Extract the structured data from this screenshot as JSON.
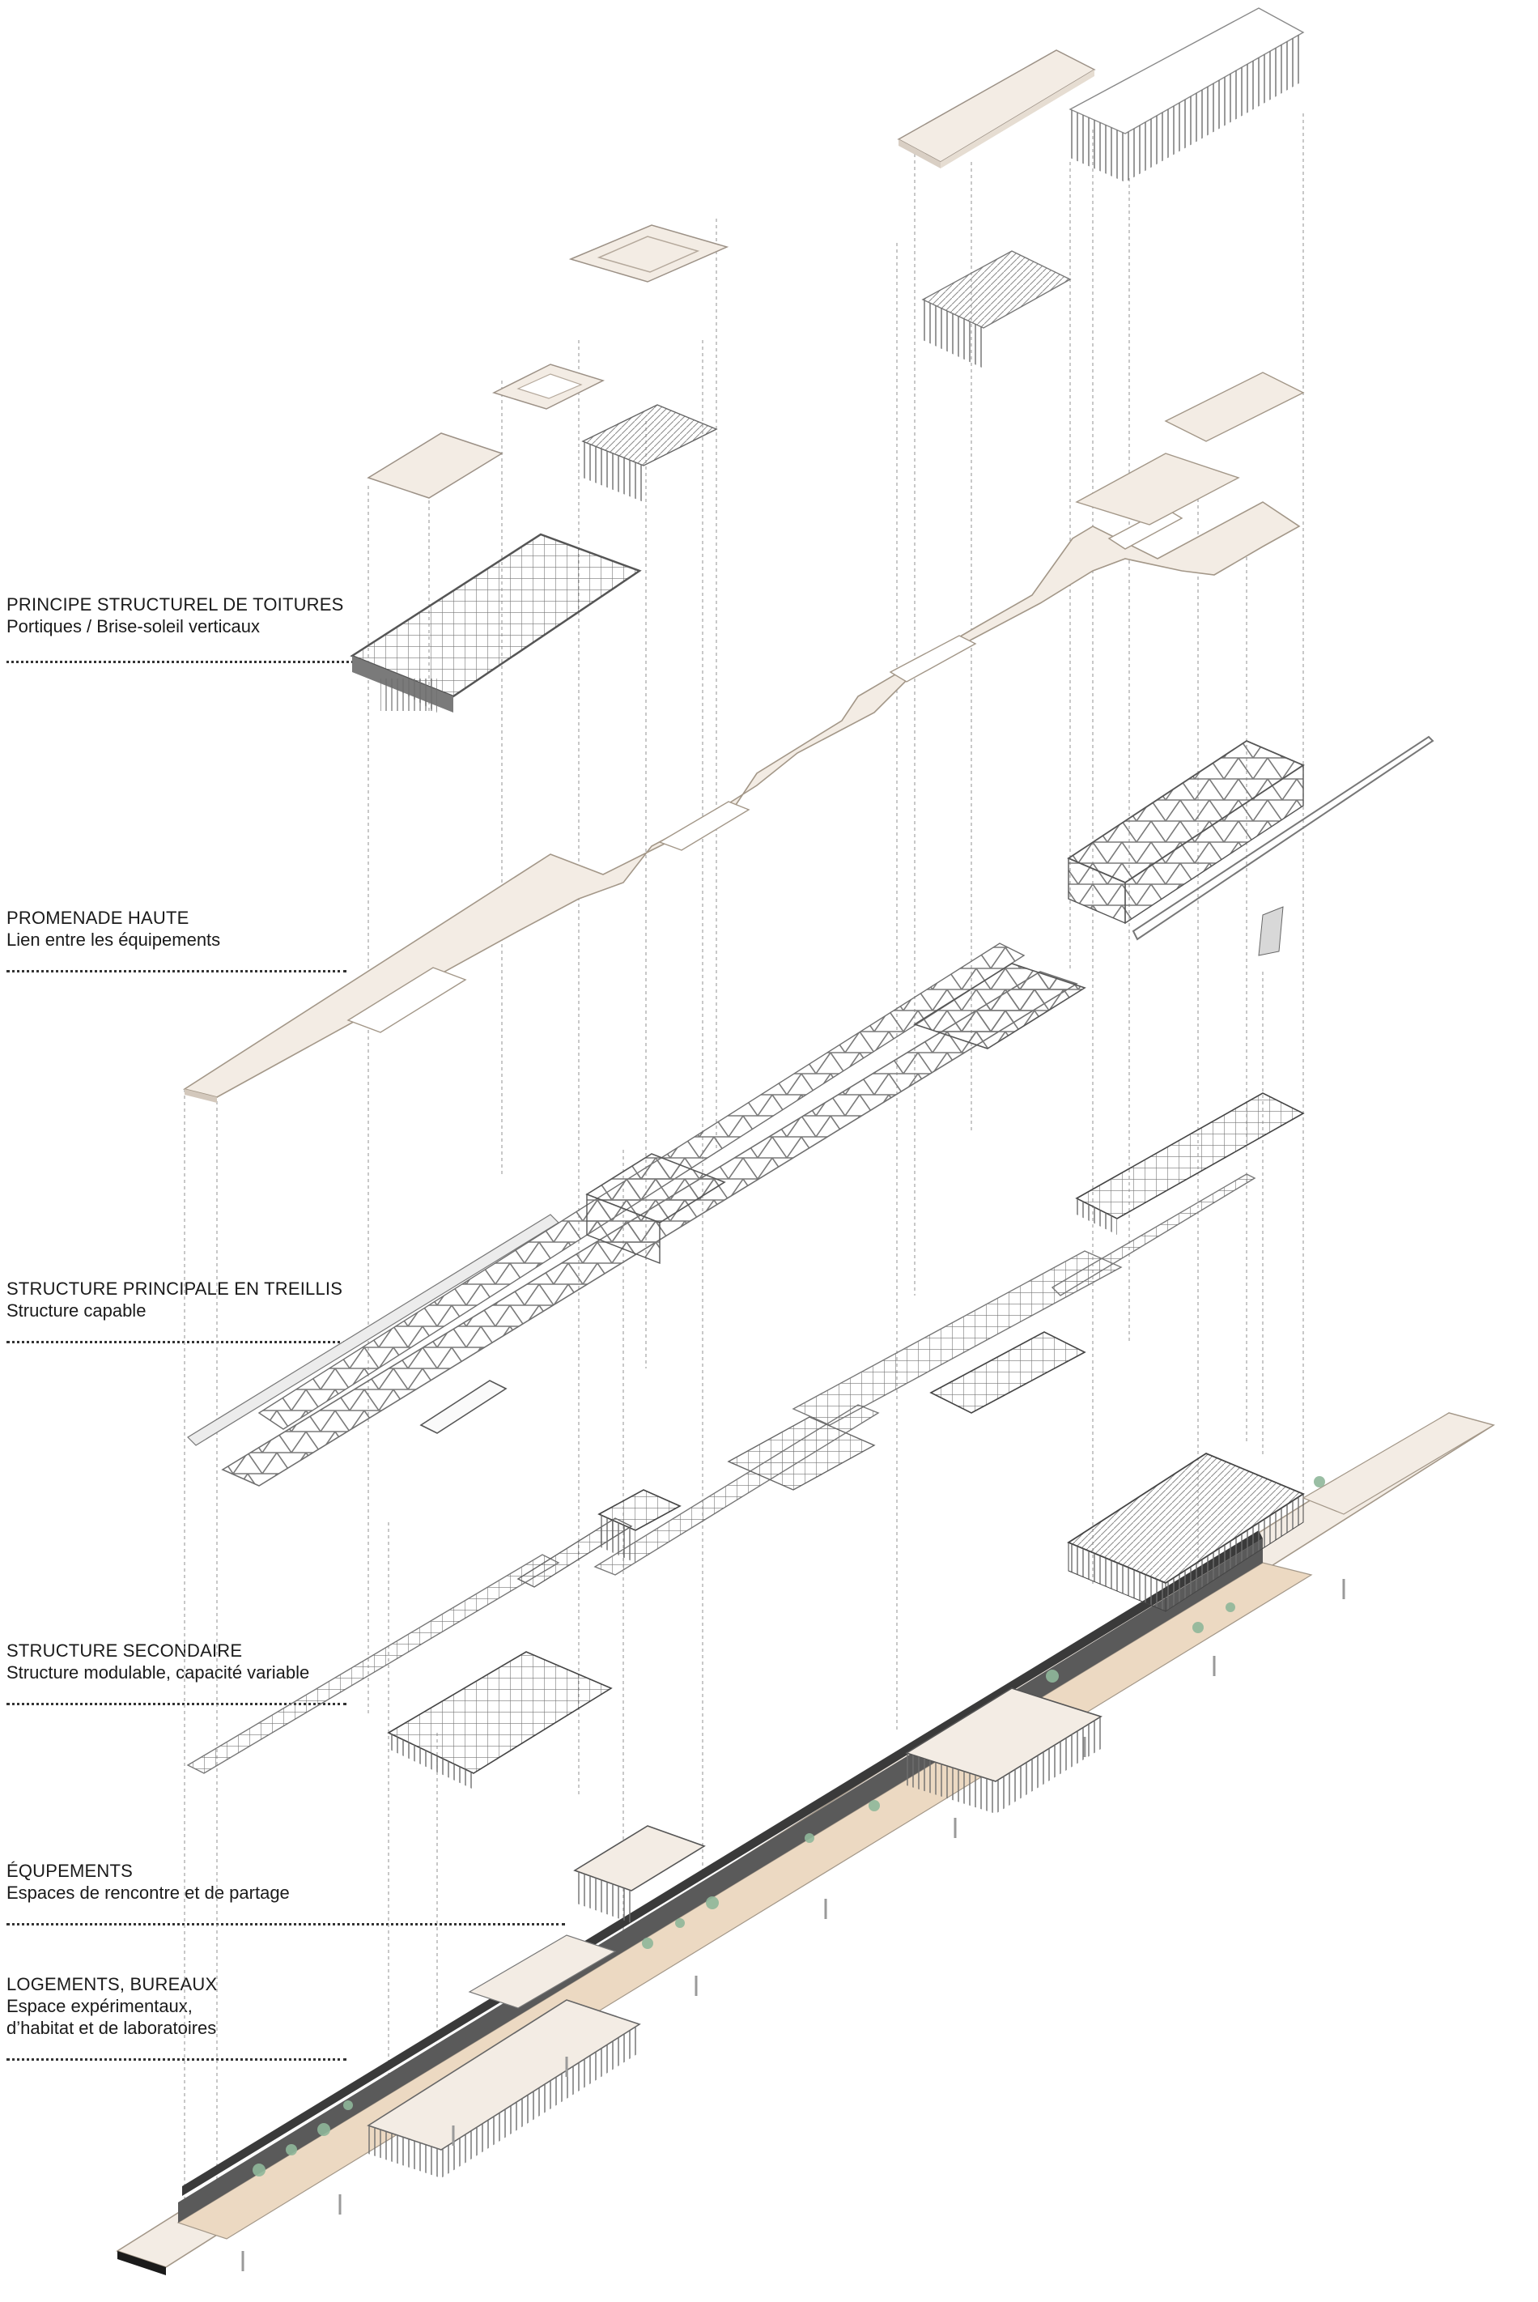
{
  "labels": [
    {
      "id": "toitures",
      "title": "PRINCIPE STRUCTUREL DE TOITURES",
      "lines": [
        "Portiques / Brise-soleil verticaux"
      ]
    },
    {
      "id": "promenade",
      "title": "PROMENADE HAUTE",
      "lines": [
        "Lien entre les équipements"
      ]
    },
    {
      "id": "treillis",
      "title": "STRUCTURE PRINCIPALE EN TREILLIS",
      "lines": [
        "Structure capable"
      ]
    },
    {
      "id": "secondaire",
      "title": "STRUCTURE SECONDAIRE",
      "lines": [
        "Structure modulable, capacité variable"
      ]
    },
    {
      "id": "equipements",
      "title": "ÉQUPEMENTS",
      "lines": [
        "Espaces de rencontre et de partage"
      ]
    },
    {
      "id": "logements",
      "title": "LOGEMENTS, BUREAUX",
      "lines": [
        "Espace expérimentaux,",
        "d’habitat et de laboratoires"
      ]
    }
  ],
  "colors": {
    "background": "#ffffff",
    "slab": "#f3ece4",
    "slab_edge": "#b9aea3",
    "structure": "#6a6a6a",
    "dark_band": "#3a3a3a",
    "vegetation": "#8fb79a",
    "projection_line": "#9a9a9a",
    "text": "#1a1a1a"
  }
}
